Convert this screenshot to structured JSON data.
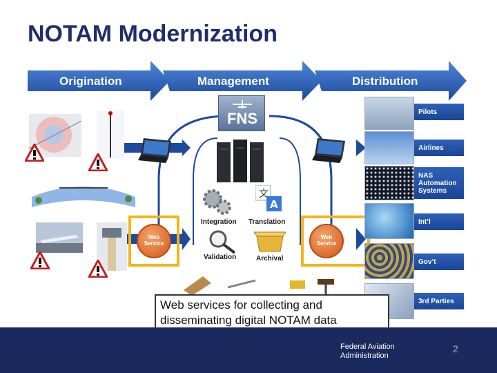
{
  "title": "NOTAM Modernization",
  "stages": {
    "origination": "Origination",
    "management": "Management",
    "distribution": "Distribution"
  },
  "fns_label": "FNS",
  "web_service_label": "Web Service",
  "functions": {
    "integration": "Integration",
    "translation": "Translation",
    "validation": "Validation",
    "archival": "Archival"
  },
  "destinations": [
    "Pilots",
    "Airlines",
    "NAS Automation Systems",
    "Int’l",
    "Gov’t",
    "3rd Parties"
  ],
  "callout": "Web services for collecting and disseminating digital NOTAM data",
  "footer": {
    "agency_line1": "Federal Aviation",
    "agency_line2": "Administration",
    "page_number": "2"
  },
  "colors": {
    "title": "#1f2e6b",
    "banner": "#2b5fb8",
    "highlight": "#f3b51c",
    "footer": "#1b2a5e"
  }
}
